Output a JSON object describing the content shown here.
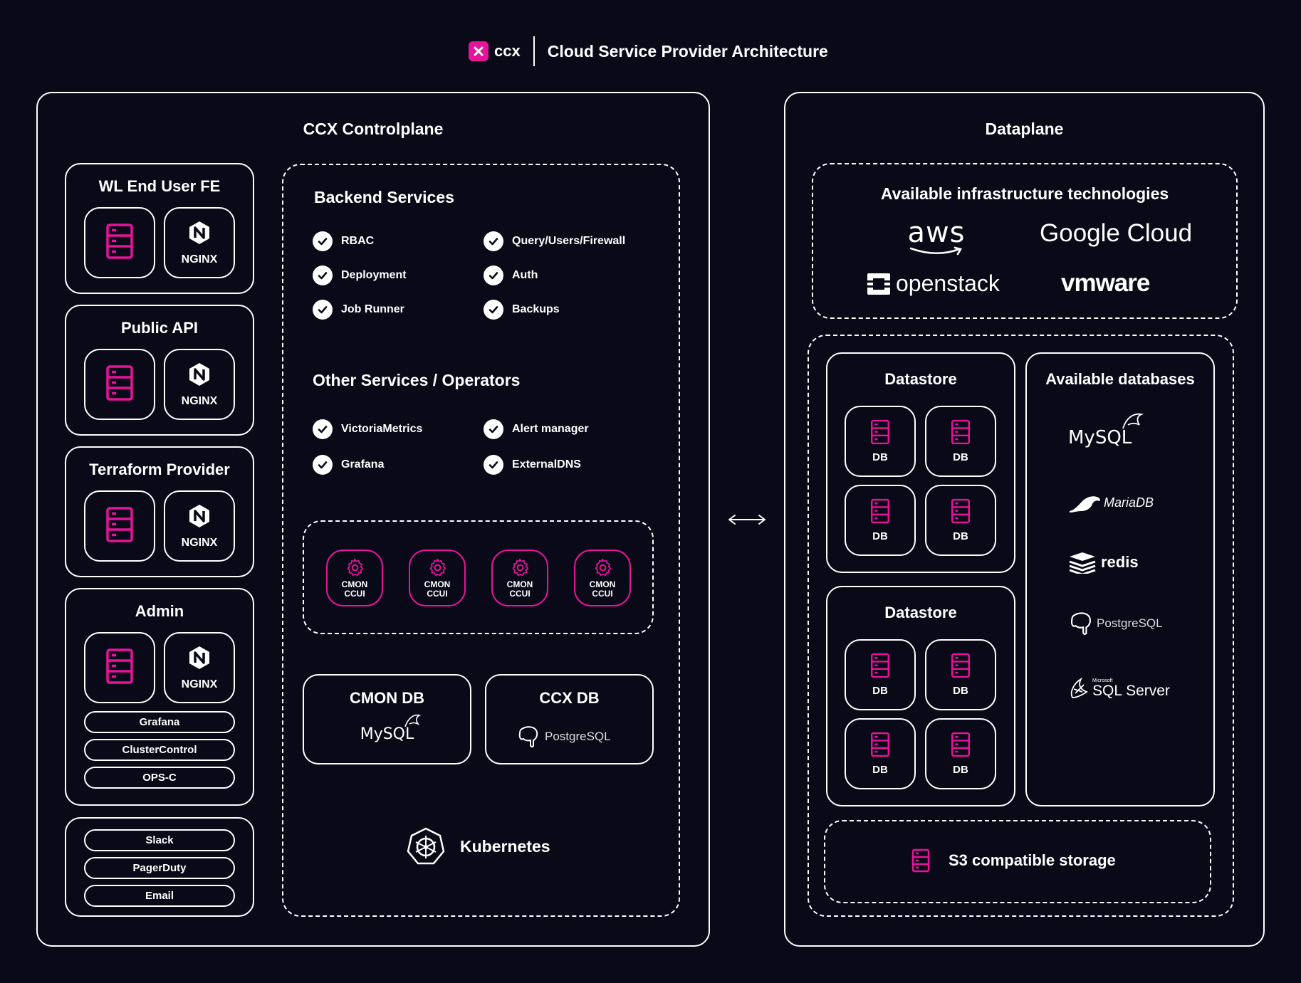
{
  "accent_color": "#e6149b",
  "background_color": "#090918",
  "header": {
    "logo_text": "ccx",
    "title": "Cloud Service Provider Architecture"
  },
  "controlplane": {
    "title": "CCX Controlplane",
    "frontends": [
      {
        "title": "WL End User FE",
        "server_icon": "server-icon",
        "nginx_label": "NGINX"
      },
      {
        "title": "Public API",
        "server_icon": "server-icon",
        "nginx_label": "NGINX"
      },
      {
        "title": "Terraform Provider",
        "server_icon": "server-icon",
        "nginx_label": "NGINX"
      },
      {
        "title": "Admin",
        "server_icon": "server-icon",
        "nginx_label": "NGINX"
      }
    ],
    "admin_chips": [
      "Grafana",
      "ClusterControl",
      "OPS-C"
    ],
    "notification_chips": [
      "Slack",
      "PagerDuty",
      "Email"
    ],
    "backend": {
      "title": "Backend Services",
      "items_left": [
        "RBAC",
        "Deployment",
        "Job Runner"
      ],
      "items_right": [
        "Query/Users/Firewall",
        "Auth",
        "Backups"
      ]
    },
    "other": {
      "title": "Other Services / Operators",
      "items_left": [
        "VictoriaMetrics",
        "Grafana"
      ],
      "items_right": [
        "Alert manager",
        "ExternalDNS"
      ]
    },
    "cmon_nodes": [
      {
        "line1": "CMON",
        "line2": "CCUI"
      },
      {
        "line1": "CMON",
        "line2": "CCUI"
      },
      {
        "line1": "CMON",
        "line2": "CCUI"
      },
      {
        "line1": "CMON",
        "line2": "CCUI"
      }
    ],
    "cmon_db": {
      "title": "CMON DB",
      "logo": "MySQL"
    },
    "ccx_db": {
      "title": "CCX DB",
      "logo": "PostgreSQL"
    },
    "kubernetes_label": "Kubernetes"
  },
  "connector_icon": "bidirectional-arrow-icon",
  "dataplane": {
    "title": "Dataplane",
    "infra": {
      "title": "Available infrastructure technologies",
      "providers": [
        "aws",
        "Google Cloud",
        "openstack",
        "vmware"
      ]
    },
    "datastores": [
      {
        "title": "Datastore",
        "db_labels": [
          "DB",
          "DB",
          "DB",
          "DB"
        ]
      },
      {
        "title": "Datastore",
        "db_labels": [
          "DB",
          "DB",
          "DB",
          "DB"
        ]
      }
    ],
    "databases": {
      "title": "Available databases",
      "logos": [
        "MySQL",
        "MariaDB",
        "redis",
        "PostgreSQL",
        "SQL Server"
      ],
      "sql_server_prefix": "Microsoft"
    },
    "s3_label": "S3 compatible storage"
  }
}
